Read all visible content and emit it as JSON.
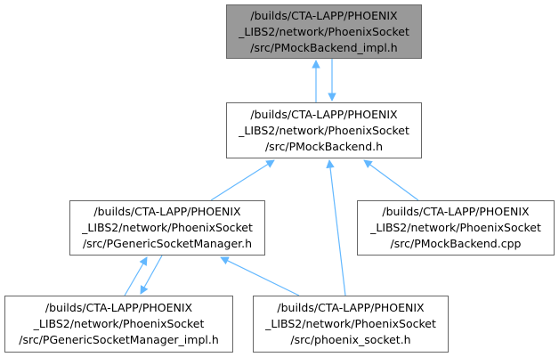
{
  "diagram": {
    "type": "include-dependency-graph",
    "edge_color": "#63b8ff",
    "current_node_color": "#999999",
    "nodes": [
      {
        "id": "impl",
        "current": true,
        "lines": [
          "/builds/CTA-LAPP/PHOENIX",
          "_LIBS2/network/PhoenixSocket",
          "/src/PMockBackend_impl.h"
        ]
      },
      {
        "id": "backend_h",
        "lines": [
          "/builds/CTA-LAPP/PHOENIX",
          "_LIBS2/network/PhoenixSocket",
          "/src/PMockBackend.h"
        ]
      },
      {
        "id": "gsm_h",
        "lines": [
          "/builds/CTA-LAPP/PHOENIX",
          "_LIBS2/network/PhoenixSocket",
          "/src/PGenericSocketManager.h"
        ]
      },
      {
        "id": "backend_cpp",
        "lines": [
          "/builds/CTA-LAPP/PHOENIX",
          "_LIBS2/network/PhoenixSocket",
          "/src/PMockBackend.cpp"
        ]
      },
      {
        "id": "gsm_impl",
        "lines": [
          "/builds/CTA-LAPP/PHOENIX",
          "_LIBS2/network/PhoenixSocket",
          "/src/PGenericSocketManager_impl.h"
        ]
      },
      {
        "id": "phoenix_socket",
        "lines": [
          "/builds/CTA-LAPP/PHOENIX",
          "_LIBS2/network/PhoenixSocket",
          "/src/phoenix_socket.h"
        ]
      }
    ],
    "edges": [
      {
        "from": "backend_h",
        "to": "impl"
      },
      {
        "from": "impl",
        "to": "backend_h"
      },
      {
        "from": "gsm_h",
        "to": "backend_h"
      },
      {
        "from": "phoenix_socket",
        "to": "backend_h"
      },
      {
        "from": "backend_cpp",
        "to": "backend_h"
      },
      {
        "from": "gsm_impl",
        "to": "gsm_h"
      },
      {
        "from": "gsm_h",
        "to": "gsm_impl"
      },
      {
        "from": "phoenix_socket",
        "to": "gsm_h"
      }
    ]
  }
}
